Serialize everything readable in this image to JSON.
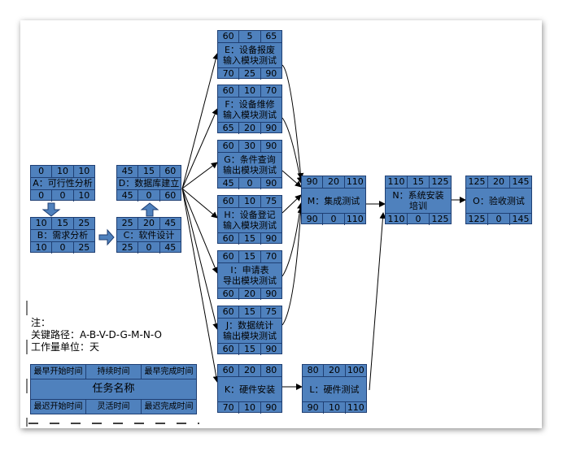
{
  "nodes": {
    "A": {
      "es": "0",
      "dur": "10",
      "ef": "10",
      "name": "A：可行性分析",
      "ls": "0",
      "fl": "0",
      "lf": "10"
    },
    "B": {
      "es": "10",
      "dur": "15",
      "ef": "25",
      "name": "B：需求分析",
      "ls": "10",
      "fl": "0",
      "lf": "25"
    },
    "C": {
      "es": "25",
      "dur": "20",
      "ef": "45",
      "name": "C：软件设计",
      "ls": "25",
      "fl": "0",
      "lf": "45"
    },
    "D": {
      "es": "45",
      "dur": "15",
      "ef": "60",
      "name": "D：数据库建立",
      "ls": "45",
      "fl": "0",
      "lf": "60"
    },
    "E": {
      "es": "60",
      "dur": "5",
      "ef": "65",
      "name": "E：设备报废\n输入模块测试",
      "ls": "70",
      "fl": "25",
      "lf": "90"
    },
    "F": {
      "es": "60",
      "dur": "10",
      "ef": "70",
      "name": "F：设备维修\n输入模块测试",
      "ls": "65",
      "fl": "20",
      "lf": "90"
    },
    "G": {
      "es": "60",
      "dur": "30",
      "ef": "90",
      "name": "G：条件查询\n输出模块测试",
      "ls": "45",
      "fl": "0",
      "lf": "90"
    },
    "H": {
      "es": "60",
      "dur": "10",
      "ef": "75",
      "name": "H：设备登记\n输入模块测试",
      "ls": "60",
      "fl": "15",
      "lf": "90"
    },
    "I": {
      "es": "60",
      "dur": "15",
      "ef": "70",
      "name": "I：申请表\n导出模块测试",
      "ls": "60",
      "fl": "20",
      "lf": "90"
    },
    "J": {
      "es": "60",
      "dur": "15",
      "ef": "75",
      "name": "J：数据统计\n输出模块测试",
      "ls": "60",
      "fl": "15",
      "lf": "90"
    },
    "K": {
      "es": "60",
      "dur": "20",
      "ef": "80",
      "name": "K：硬件安装",
      "ls": "70",
      "fl": "10",
      "lf": "90"
    },
    "L": {
      "es": "80",
      "dur": "20",
      "ef": "100",
      "name": "L：硬件测试",
      "ls": "90",
      "fl": "10",
      "lf": "110"
    },
    "M": {
      "es": "90",
      "dur": "20",
      "ef": "110",
      "name": "M：集成测试",
      "ls": "90",
      "fl": "0",
      "lf": "110"
    },
    "N": {
      "es": "110",
      "dur": "15",
      "ef": "125",
      "name": "N：系统安装\n培训",
      "ls": "110",
      "fl": "0",
      "lf": "125"
    },
    "O": {
      "es": "125",
      "dur": "20",
      "ef": "145",
      "name": "O：验收测试",
      "ls": "125",
      "fl": "0",
      "lf": "145"
    }
  },
  "notes": {
    "line1": "注：",
    "line2": "关键路径：A-B-V-D-G-M-N-O",
    "line3": "工作量单位：天"
  },
  "legend": {
    "es": "最早开始时间",
    "dur": "持续时间",
    "ef": "最早完成时间",
    "name": "任务名称",
    "ls": "最迟开始时间",
    "fl": "灵活时间",
    "lf": "最迟完成时间"
  }
}
